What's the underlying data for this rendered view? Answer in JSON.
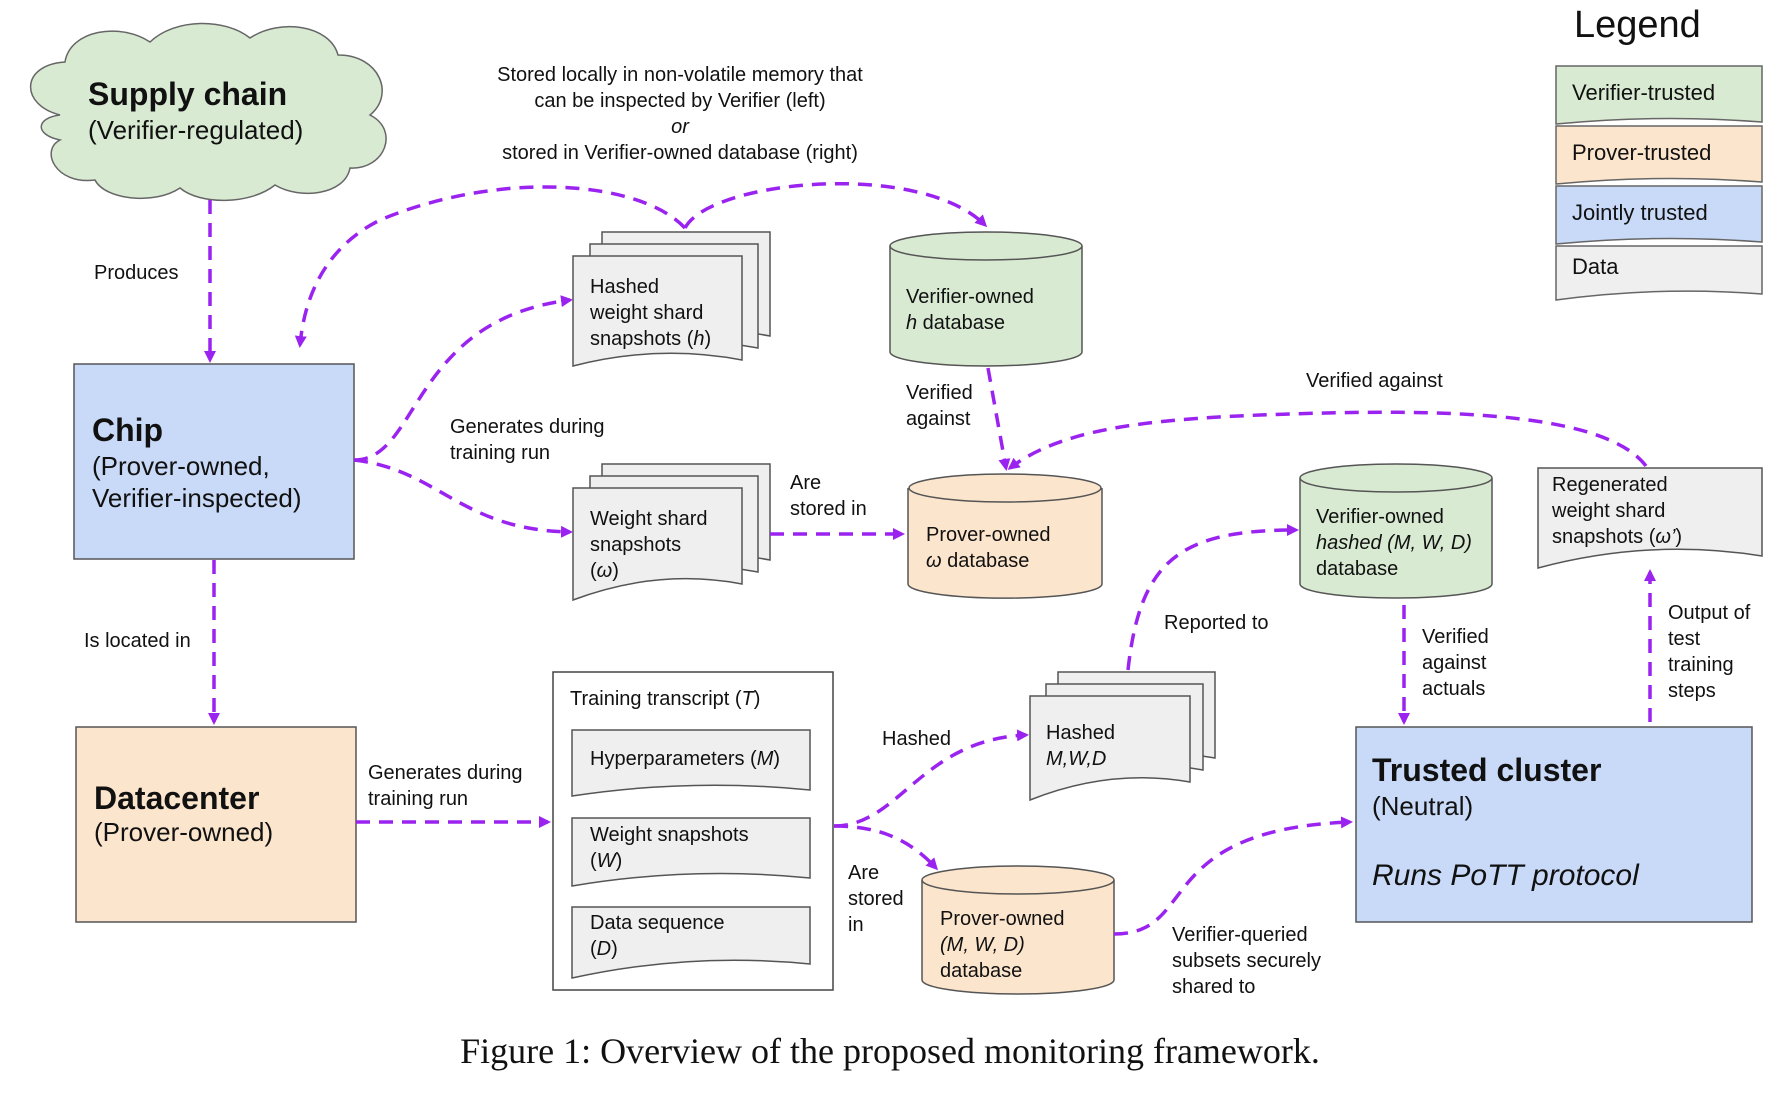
{
  "legend": {
    "title": "Legend",
    "items": [
      {
        "label": "Verifier-trusted",
        "color": "#d9ead3"
      },
      {
        "label": "Prover-trusted",
        "color": "#fce5cd"
      },
      {
        "label": "Jointly trusted",
        "color": "#c9daf8"
      },
      {
        "label": "Data",
        "color": "#efefef"
      }
    ]
  },
  "nodes": {
    "supply_chain": {
      "title": "Supply chain",
      "subtitle": "(Verifier-regulated)"
    },
    "chip": {
      "title": "Chip",
      "line1": "(Prover-owned,",
      "line2": "Verifier-inspected)"
    },
    "datacenter": {
      "title": "Datacenter",
      "subtitle": "(Prover-owned)"
    },
    "trusted_cluster": {
      "title": "Trusted cluster",
      "subtitle": "(Neutral)",
      "protocol": "Runs PoTT protocol"
    },
    "hashed_snapshots": {
      "line1": "Hashed",
      "line2": "weight shard",
      "line3": "snapshots (",
      "var": "h",
      "close": ")"
    },
    "weight_snapshots": {
      "line1": "Weight shard",
      "line2": "snapshots",
      "line3": "(",
      "var": "ω",
      "close": ")"
    },
    "verifier_h_db": {
      "line1": "Verifier-owned",
      "var": "h",
      "line2rest": " database"
    },
    "prover_w_db": {
      "line1": "Prover-owned",
      "var": "ω",
      "line2rest": " database"
    },
    "verifier_hashed_db": {
      "line1": "Verifier-owned",
      "line2": "hashed (M, W, D)",
      "line3": "database"
    },
    "regenerated": {
      "line1": "Regenerated",
      "line2": "weight shard",
      "line3": "snapshots (",
      "var": "ω’",
      "close": ")"
    },
    "transcript": {
      "title": "Training transcript (",
      "title_var": "T",
      "title_close": ")",
      "hyper": "Hyperparameters (",
      "hyper_var": "M",
      "hyper_close": ")",
      "weights_l1": "Weight snapshots",
      "weights_l2": "(",
      "weights_var": "W",
      "weights_close": ")",
      "data_l1": "Data sequence",
      "data_l2": "(",
      "data_var": "D",
      "data_close": ")"
    },
    "hashed_mwd": {
      "line1": "Hashed",
      "line2": "M,W,D"
    },
    "prover_mwd_db": {
      "line1": "Prover-owned",
      "line2": "(M, W, D)",
      "line3": "database"
    }
  },
  "edges": {
    "produces": "Produces",
    "stored_locally_l1": "Stored locally in non-volatile memory that",
    "stored_locally_l2": "can be inspected by Verifier (left)",
    "stored_locally_or": "or",
    "stored_locally_l3": "stored in Verifier-owned database (right)",
    "generates_chip_l1": "Generates during",
    "generates_chip_l2": "training run",
    "verified_against_l1": "Verified",
    "verified_against_l2": "against",
    "are_stored_l1": "Are",
    "are_stored_l2": "stored in",
    "verified_against_top": "Verified against",
    "is_located_in": "Is located in",
    "generates_dc_l1": "Generates during",
    "generates_dc_l2": "training run",
    "hashed": "Hashed",
    "reported_to": "Reported to",
    "are_stored_in_l1": "Are",
    "are_stored_in_l2": "stored",
    "are_stored_in_l3": "in",
    "verified_actuals_l1": "Verified",
    "verified_actuals_l2": "against",
    "verified_actuals_l3": "actuals",
    "output_l1": "Output of",
    "output_l2": "test",
    "output_l3": "training",
    "output_l4": "steps",
    "queried_l1": "Verifier-queried",
    "queried_l2": "subsets securely",
    "queried_l3": "shared to"
  },
  "colors": {
    "arrow": "#9b23f0",
    "verifier": "#d9ead3",
    "prover": "#fce5cd",
    "joint": "#c9daf8",
    "data": "#efefef"
  },
  "caption": "Figure 1: Overview of the proposed monitoring framework."
}
